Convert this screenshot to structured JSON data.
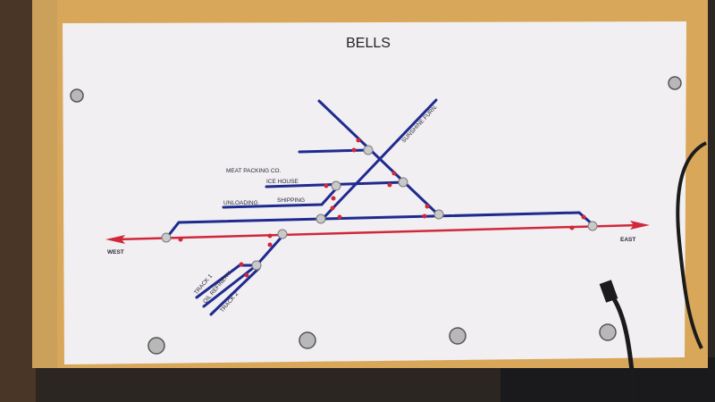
{
  "panel": {
    "title": "BELLS",
    "direction_west": "WEST",
    "direction_east": "EAST",
    "labels": {
      "meat_packing": "MEAT PACKING CO.",
      "ice_house": "ICE HOUSE",
      "unloading": "UNLOADING",
      "shipping": "SHIPPING",
      "sunshine": "SUNSHINE FURN.",
      "track1": "TRACK 1",
      "oil_refinery": "OIL REFINERY",
      "track2": "TRACK 2"
    }
  },
  "colors": {
    "track_blue": "#1f2a8f",
    "mainline_red": "#d0283a",
    "panel_white": "#f1eff2",
    "wood": "#d9a75a"
  }
}
